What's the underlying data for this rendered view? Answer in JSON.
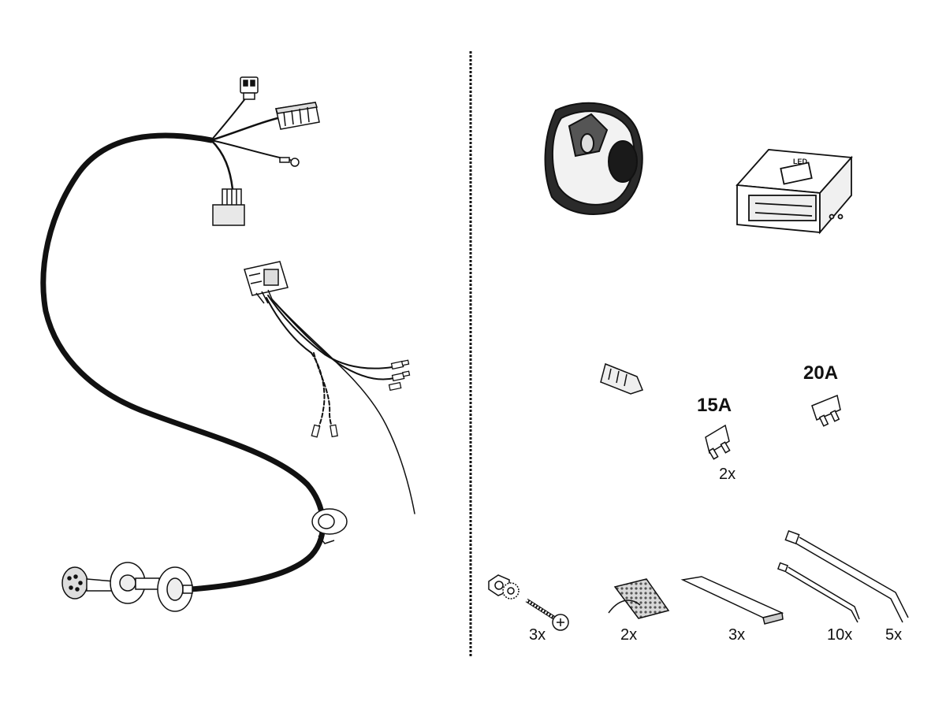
{
  "fuses": {
    "fuse_15": {
      "rating": "15A",
      "qty": "2x"
    },
    "fuse_20": {
      "rating": "20A"
    }
  },
  "module": {
    "logo_text": "LED"
  },
  "hardware": {
    "screw_set_qty": "3x",
    "velcro_qty": "2x",
    "foam_strip_qty": "3x",
    "small_tie_qty": "10x",
    "large_tie_qty": "5x"
  },
  "colors": {
    "line": "#111111",
    "cable": "#111111",
    "socket_fill": "#f4f4f4"
  }
}
